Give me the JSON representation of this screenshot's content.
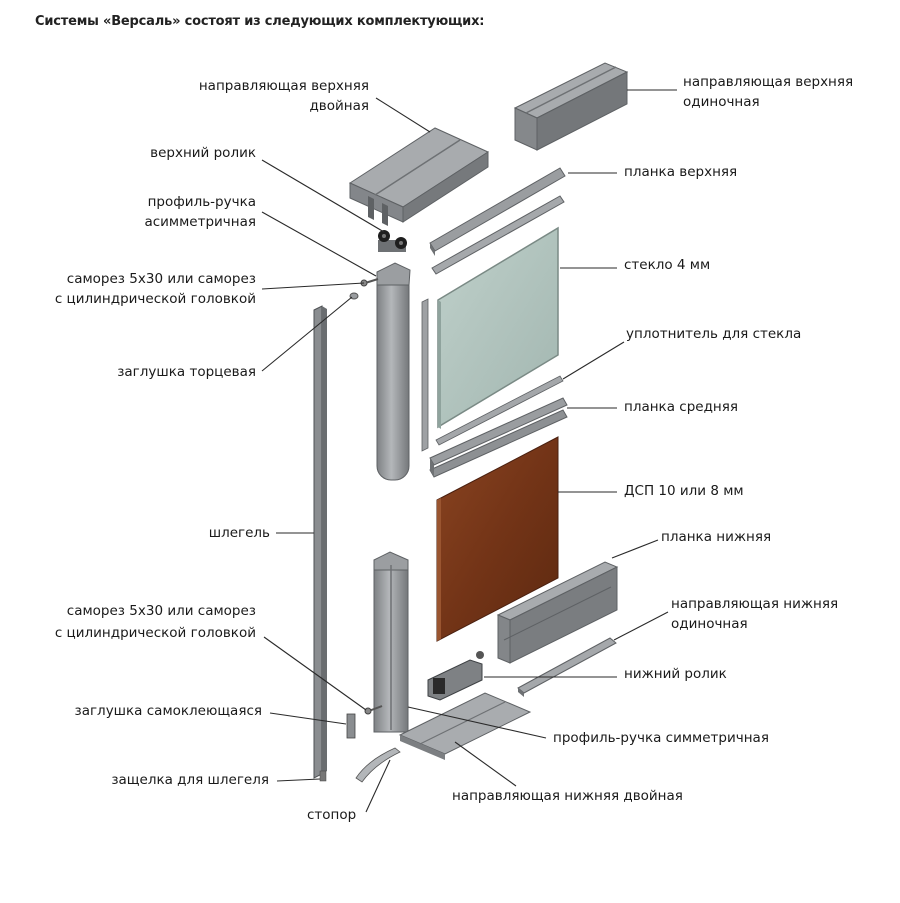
{
  "title": "Системы «Версаль» состоят из следующих комплектующих:",
  "labels": {
    "upper_double_guide_1": "направляющая верхняя",
    "upper_double_guide_2": "двойная",
    "upper_single_guide_1": "направляющая верхняя",
    "upper_single_guide_2": "одиночная",
    "upper_roller": "верхний ролик",
    "top_strip": "планка верхняя",
    "handle_asym_1": "профиль-ручка",
    "handle_asym_2": "асимметричная",
    "glass": "стекло 4 мм",
    "screw_top_1": "саморез 5х30 или саморез",
    "screw_top_2": "с цилиндрической головкой",
    "glass_seal": "уплотнитель для стекла",
    "end_cap": "заглушка торцевая",
    "middle_strip": "планка средняя",
    "chipboard": "ДСП 10 или 8 мм",
    "brush_seal": "шлегель",
    "bottom_strip": "планка нижняя",
    "lower_single_guide_1": "направляющая нижняя",
    "lower_single_guide_2": "одиночная",
    "screw_bottom_1": "саморез 5х30 или саморез",
    "screw_bottom_2": "с цилиндрической головкой",
    "lower_roller": "нижний ролик",
    "adhesive_cap": "заглушка самоклеющаяся",
    "handle_sym": "профиль-ручка симметричная",
    "brush_latch": "защелка для шлегеля",
    "lower_double_guide": "направляющая нижняя двойная",
    "stopper": "стопор"
  },
  "colors": {
    "metal_light": "#a9acaf",
    "metal_mid": "#8d9093",
    "metal_dark": "#6e7174",
    "glass": "#b3c6c0",
    "chipboard": "#7a3a1c",
    "leader": "#2a2a2a"
  }
}
